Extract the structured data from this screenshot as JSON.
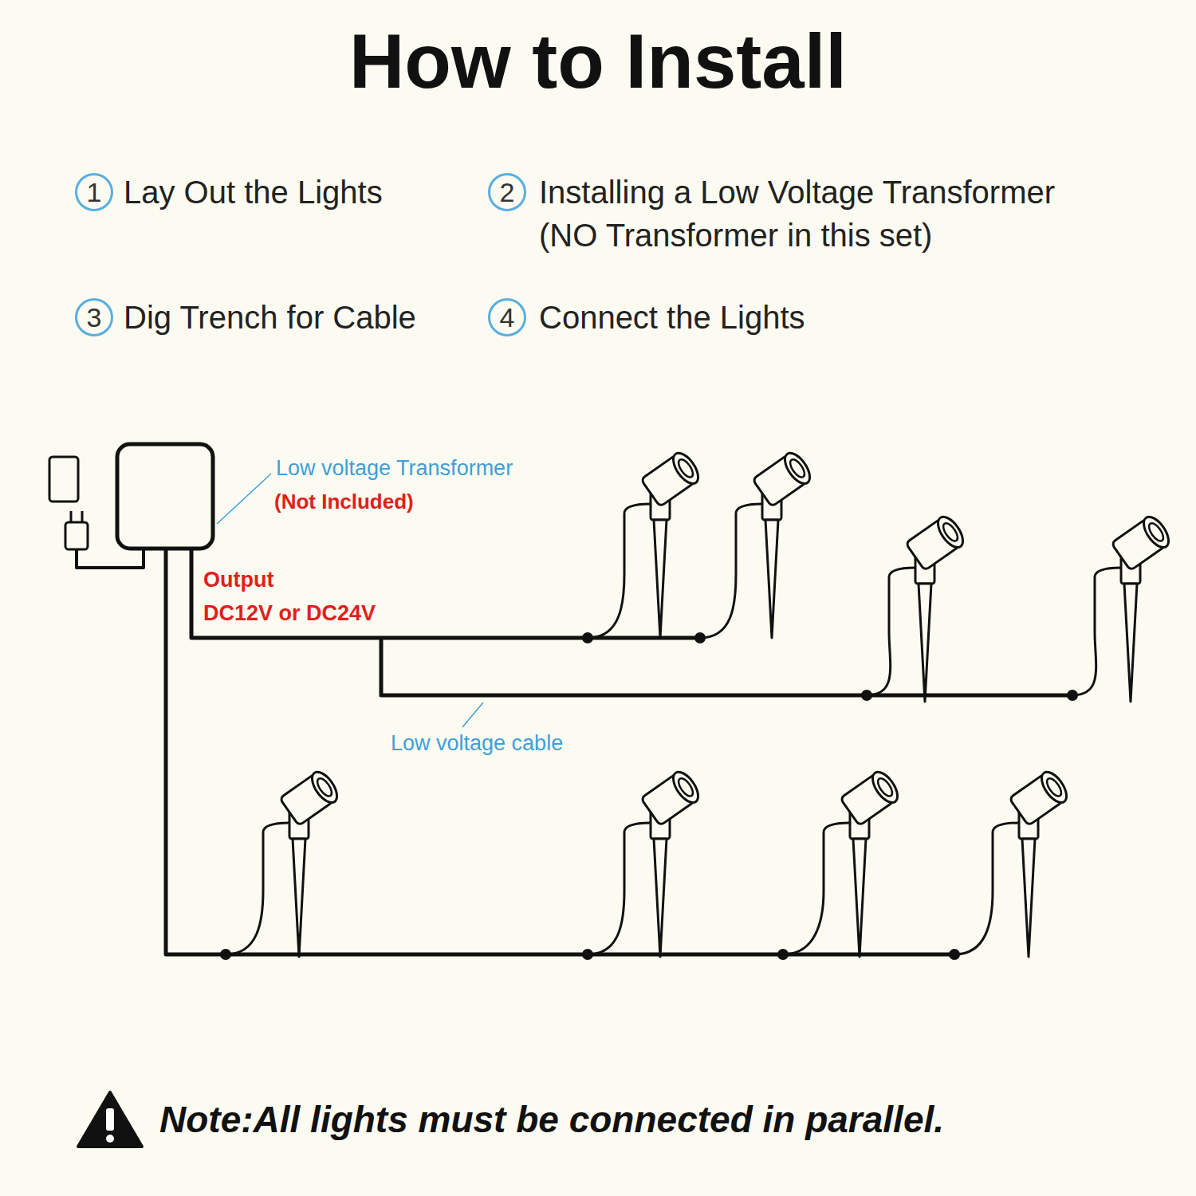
{
  "diagram": {
    "title": "How to Install",
    "nodes": [
      {
        "text": [
          "1"
        ]
      },
      {
        "text": [
          "2"
        ]
      },
      {
        "text": [
          "3"
        ]
      },
      {
        "text": [
          "4"
        ]
      }
    ],
    "labels": [
      "Lay Out the Lights",
      "Installing a Low Voltage Transformer",
      "(NO Transformer in this set)",
      "Dig Trench for Cable",
      "Connect the Lights",
      "Low voltage Transformer",
      "(Not Included)",
      "Output",
      "DC12V or DC24V",
      "Low voltage cable",
      "Note:All lights must be connected in parallel."
    ]
  }
}
